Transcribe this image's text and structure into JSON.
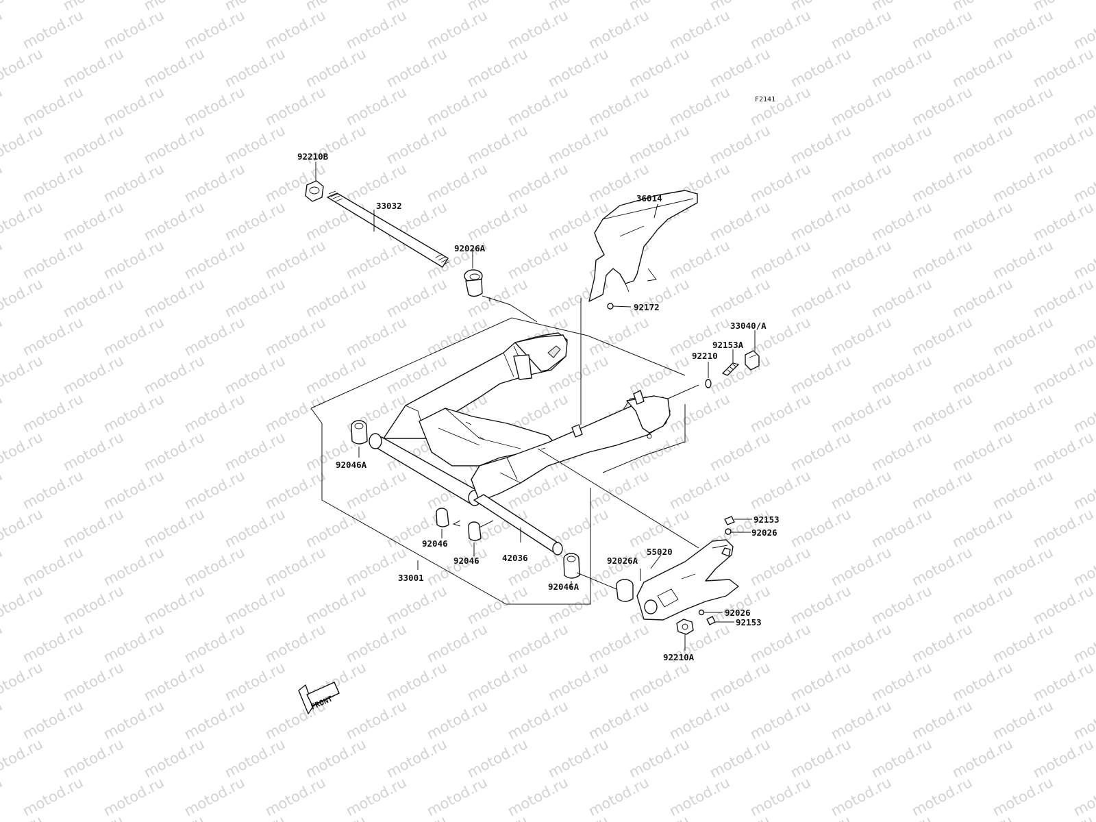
{
  "figure_code": "F2141",
  "watermark_text": "motod.ru",
  "front_label": "FRONT",
  "parts": {
    "p92210B": "92210B",
    "p33032": "33032",
    "p92026A_top": "92026A",
    "p36014": "36014",
    "p92172": "92172",
    "p33040A": "33040/A",
    "p92153A": "92153A",
    "p92210": "92210",
    "p92046A_left": "92046A",
    "p92046_a": "92046",
    "p92046_b": "92046",
    "p42036": "42036",
    "p33001": "33001",
    "p92046A_right": "92046A",
    "p92026A_bottom": "92026A",
    "p55020": "55020",
    "p92153_top": "92153",
    "p92026_top": "92026",
    "p92026_bottom": "92026",
    "p92153_bottom": "92153",
    "p92210A": "92210A"
  }
}
